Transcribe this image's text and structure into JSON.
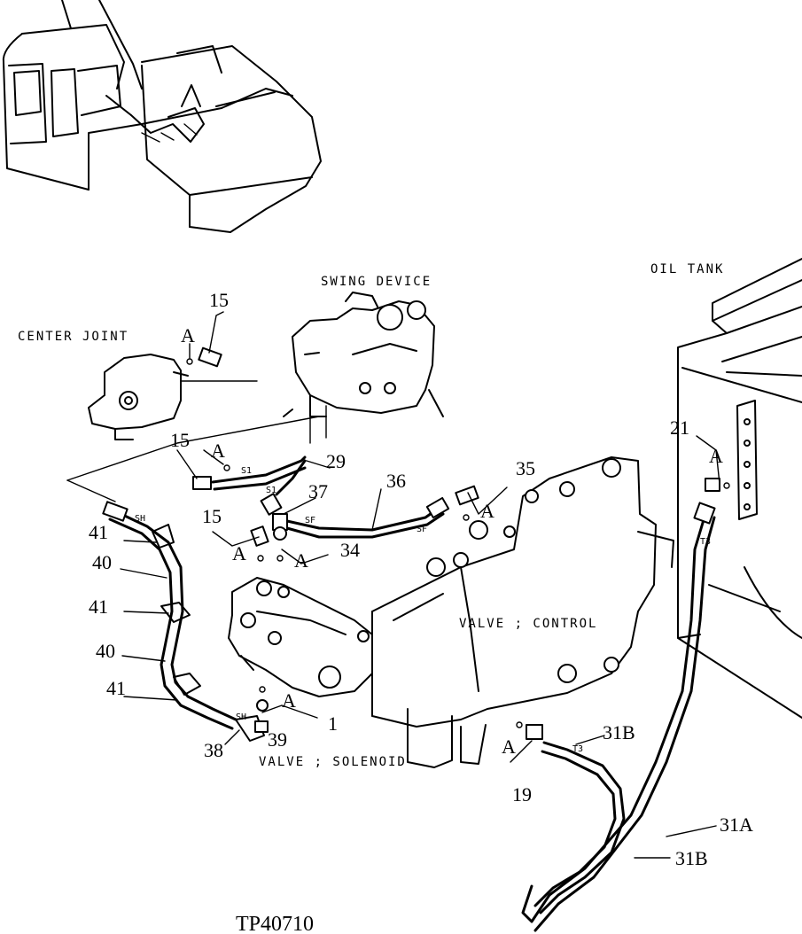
{
  "labels": {
    "swing_device": "SWING DEVICE",
    "oil_tank": "OIL TANK",
    "center_joint": "CENTER JOINT",
    "valve_control": "VALVE ; CONTROL",
    "valve_solenoid": "VALVE ; SOLENOID",
    "drawing_code": "TP40710"
  },
  "ports": {
    "s1_a": "S1",
    "s1_b": "S1",
    "sf_a": "SF",
    "sf_b": "SF",
    "sh_a": "SH",
    "sh_b": "SH",
    "t3_a": "T3",
    "t3_b": "T3"
  },
  "callouts": {
    "p15_top": "15",
    "a_top": "A",
    "p15_mid": "15",
    "a_mid": "A",
    "p29": "29",
    "p37": "37",
    "p36": "36",
    "p35": "35",
    "a_35": "A",
    "p15_low": "15",
    "a_15low": "A",
    "a_34": "A",
    "p34": "34",
    "p21": "21",
    "a_21": "A",
    "p41_1": "41",
    "p40_1": "40",
    "p41_2": "41",
    "p40_2": "40",
    "p41_3": "41",
    "p38": "38",
    "p39": "39",
    "a_1": "A",
    "p1": "1",
    "p31b_top": "31B",
    "a_19": "A",
    "p19": "19",
    "p31a": "31A",
    "p31b_bot": "31B"
  }
}
